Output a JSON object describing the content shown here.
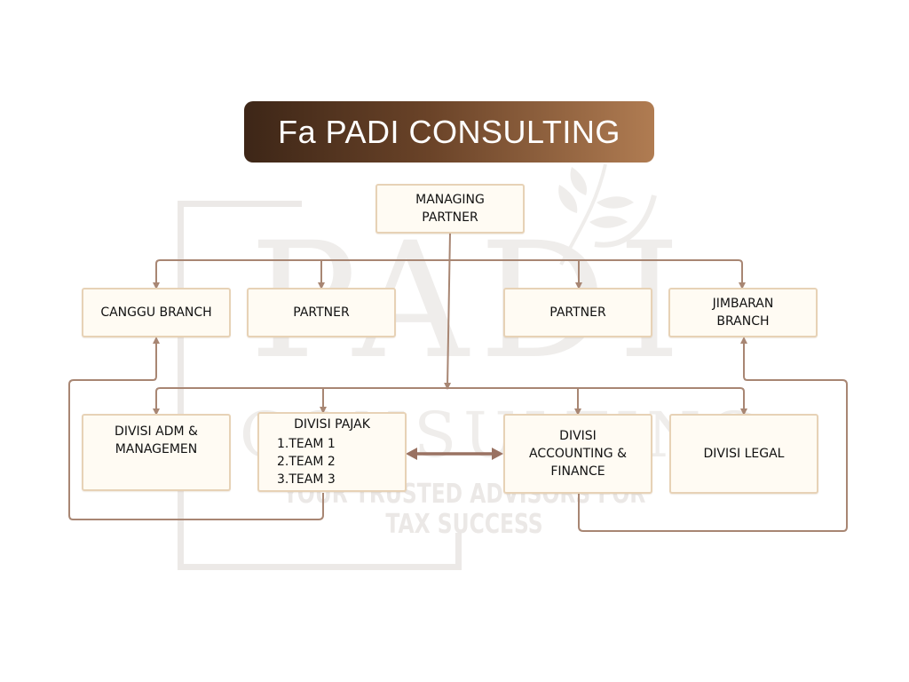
{
  "title": "Fa PADI CONSULTING",
  "watermark": {
    "big": "PADI",
    "mid": "CONSULTING",
    "tagline": "YOUR TRUSTED ADVISORS FOR TAX SUCCESS"
  },
  "nodes": {
    "managing_partner": "MANAGING\nPARTNER",
    "canggu_branch": "CANGGU BRANCH",
    "partner_left": "PARTNER",
    "partner_right": "PARTNER",
    "jimbaran_branch": "JIMBARAN\nBRANCH",
    "divisi_adm": "DIVISI ADM &\nMANAGEMEN",
    "divisi_pajak": {
      "label": "DIVISI PAJAK",
      "teams": [
        "1.TEAM 1",
        "2.TEAM 2",
        "3.TEAM 3"
      ]
    },
    "divisi_accounting": "DIVISI\nACCOUNTING &\nFINANCE",
    "divisi_legal": "DIVISI LEGAL"
  },
  "colors": {
    "connector": "#a88673",
    "box_fill": "#fffbf3",
    "box_border": "#e7d2b6",
    "title_gradient_start": "#3d2617",
    "title_gradient_end": "#b07c52"
  }
}
